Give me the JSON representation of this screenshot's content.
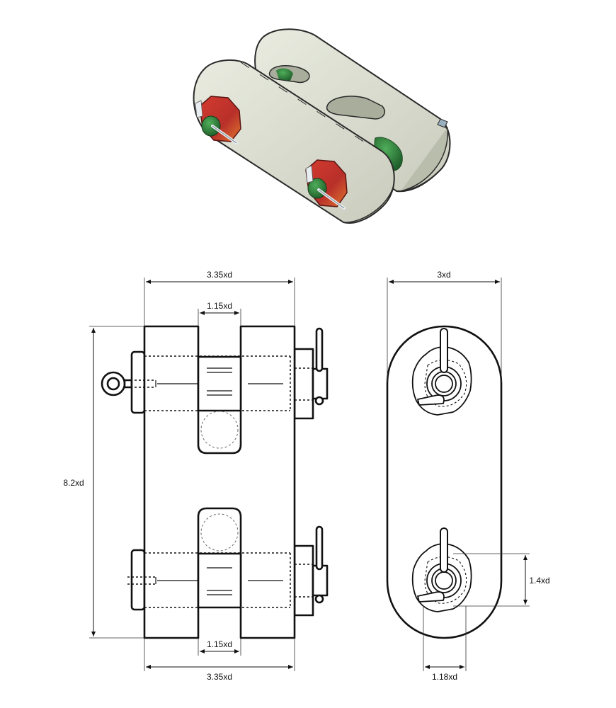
{
  "colors": {
    "plate": "#dcdfd2",
    "plate_shade": "#b9bdab",
    "nut": "#c4382e",
    "nut_edge": "#d8692f",
    "pin": "#2f8a3c",
    "cotter": "#e8edf2",
    "line": "#111111"
  },
  "dimensions": {
    "front_width_top": "3.35xd",
    "slot_width_top": "1.15xd",
    "height": "8.2xd",
    "slot_width_bottom": "1.15xd",
    "front_width_bottom": "3.35xd",
    "side_width": "3xd",
    "hole_offset": "1.4xd",
    "nut_width": "1.18xd"
  }
}
